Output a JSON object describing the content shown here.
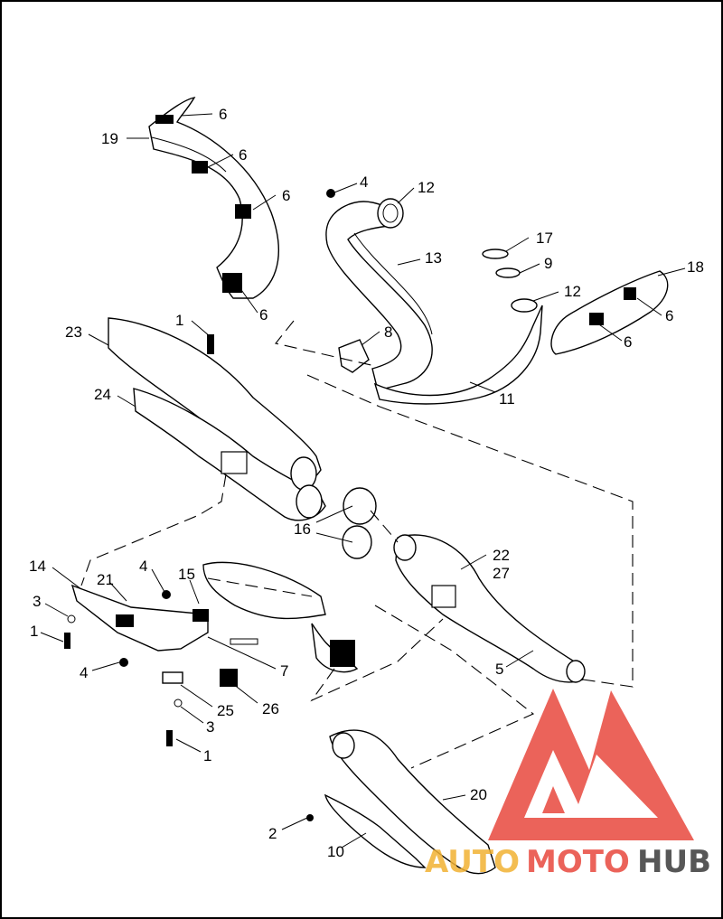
{
  "callouts": [
    "6",
    "19",
    "6",
    "6",
    "6",
    "4",
    "12",
    "13",
    "17",
    "9",
    "12",
    "18",
    "6",
    "6",
    "1",
    "23",
    "8",
    "11",
    "24",
    "16",
    "22",
    "27",
    "14",
    "4",
    "15",
    "21",
    "3",
    "1",
    "4",
    "7",
    "5",
    "25",
    "26",
    "3",
    "1",
    "20",
    "2",
    "10"
  ],
  "watermark": {
    "brand_part1": "AUTO",
    "brand_part2": "MOTO",
    "brand_part3": "HUB",
    "colors": {
      "auto": "#f2b233",
      "moto": "#e8483e",
      "hub": "#3a3a3a",
      "triangle": "#e8483e"
    }
  }
}
